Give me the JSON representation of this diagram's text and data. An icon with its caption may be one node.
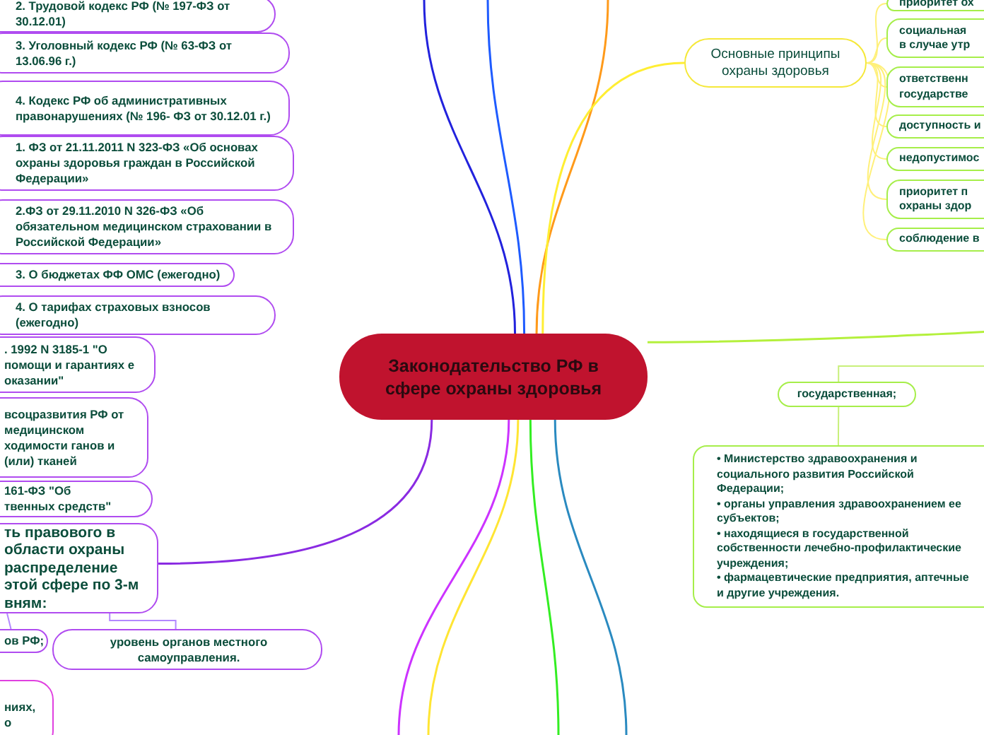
{
  "diagram": {
    "nodes": [
      {
        "text": [
          "2. Трудовой кодекс РФ (№ 197-ФЗ от 30.12.01)"
        ]
      },
      {
        "text": [
          "3. Уголовный кодекс РФ (№ 63-ФЗ от 13.06.96 г.)"
        ]
      },
      {
        "text": [
          "4. Кодекс РФ об административных правонарушениях (№ 196- ФЗ от 30.12.01 г.)"
        ]
      },
      {
        "text": [
          "1. ФЗ от 21.11.2011 N 323-ФЗ «Об основах охраны здоровья граждан в Российской Федерации»"
        ]
      },
      {
        "text": [
          "2.ФЗ от 29.11.2010 N 326-ФЗ «Об обязательном медицинском страховании в Российской Федерации»"
        ]
      },
      {
        "text": [
          "3. О бюджетах ФФ ОМС (ежегодно)"
        ]
      },
      {
        "text": [
          "4. О тарифах страховых взносов (ежегодно)"
        ]
      },
      {
        "text": [
          ". 1992 N 3185-1 \"О помощи и гарантиях е оказании\""
        ]
      },
      {
        "text": [
          "всоцразвития РФ от медицинском ходимости ганов и (или) тканей"
        ]
      },
      {
        "text": [
          "161-ФЗ \"Об твенных средств\""
        ]
      },
      {
        "text": [
          "ть правового в области охраны распределение этой сфере по 3-м вням:"
        ]
      },
      {
        "text": [
          "ов РФ;"
        ]
      },
      {
        "text": [
          "уровень органов местного самоуправления."
        ]
      },
      {
        "text": [
          "ниях, о"
        ]
      },
      {
        "text": [
          "Законодательство РФ в сфере охраны здоровья"
        ]
      },
      {
        "text": [
          "Основные принципы охраны здоровья"
        ]
      },
      {
        "text": [
          "приоритет ох"
        ]
      },
      {
        "text": [
          "социальная в случае утр"
        ]
      },
      {
        "text": [
          "ответственн государстве"
        ]
      },
      {
        "text": [
          "доступность и"
        ]
      },
      {
        "text": [
          "недопустимос"
        ]
      },
      {
        "text": [
          "приоритет п охраны здор"
        ]
      },
      {
        "text": [
          "соблюдение в"
        ]
      },
      {
        "text": [
          "государственная;"
        ]
      },
      {
        "text": [
          "• Министерство здравоохранения и социального развития Российской Федерации;",
          "• органы управления здравоохранением ее субъектов;",
          "• находящиеся в государственной собственности лечебно-профилактические учреждения;",
          "• фармацевтические предприятия, аптечные и другие учреждения."
        ]
      }
    ],
    "edges": [
      {
        "from": 14,
        "to": null,
        "arrow": "none",
        "color": "#2222dd"
      },
      {
        "from": 14,
        "to": null,
        "arrow": "none",
        "color": "#1e5bff"
      },
      {
        "from": 14,
        "to": null,
        "arrow": "none",
        "color": "#ff9a1a"
      },
      {
        "from": 14,
        "to": 15,
        "arrow": "none",
        "color": "#ffee33"
      },
      {
        "from": 14,
        "to": null,
        "arrow": "none",
        "color": "#b4f03c"
      },
      {
        "from": 14,
        "to": 10,
        "arrow": "none",
        "color": "#8a2be2"
      },
      {
        "from": 14,
        "to": null,
        "arrow": "none",
        "color": "#cc33ff"
      },
      {
        "from": 14,
        "to": null,
        "arrow": "none",
        "color": "#ffe533"
      },
      {
        "from": 14,
        "to": null,
        "arrow": "none",
        "color": "#33ee22"
      },
      {
        "from": 14,
        "to": null,
        "arrow": "none",
        "color": "#2a8ac0"
      },
      {
        "from": 15,
        "to": 16,
        "arrow": "none",
        "color": "#fff07a"
      },
      {
        "from": 15,
        "to": 17,
        "arrow": "none",
        "color": "#fff07a"
      },
      {
        "from": 15,
        "to": 18,
        "arrow": "none",
        "color": "#fff07a"
      },
      {
        "from": 15,
        "to": 19,
        "arrow": "none",
        "color": "#fff07a"
      },
      {
        "from": 15,
        "to": 20,
        "arrow": "none",
        "color": "#fff07a"
      },
      {
        "from": 15,
        "to": 21,
        "arrow": "none",
        "color": "#fff07a"
      },
      {
        "from": 15,
        "to": 22,
        "arrow": "none",
        "color": "#fff07a"
      },
      {
        "from": null,
        "to": 23,
        "arrow": "none",
        "color": "#c8f07a"
      },
      {
        "from": 23,
        "to": 24,
        "arrow": "none",
        "color": "#c8f07a"
      },
      {
        "from": 10,
        "to": 11,
        "arrow": "none",
        "color": "#b388ff"
      },
      {
        "from": 10,
        "to": 12,
        "arrow": "none",
        "color": "#b388ff"
      }
    ]
  }
}
